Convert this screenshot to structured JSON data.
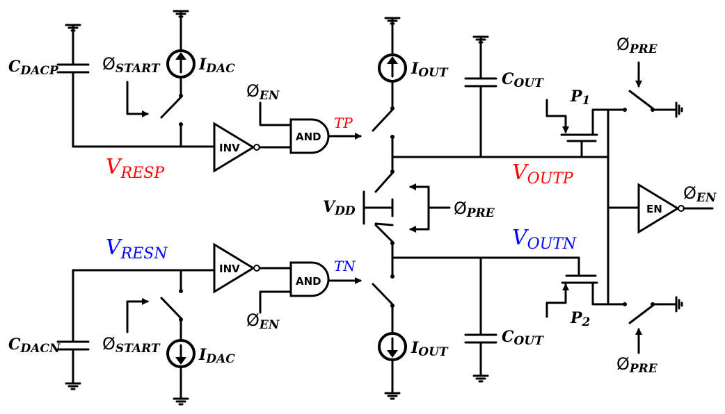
{
  "labels": {
    "cdacp": {
      "main": "C",
      "sub": "DACP"
    },
    "cdacn": {
      "main": "C",
      "sub": "DACN"
    },
    "idac_top": {
      "main": "I",
      "sub": "DAC"
    },
    "idac_bot": {
      "main": "I",
      "sub": "DAC"
    },
    "iout_top": {
      "main": "I",
      "sub": "OUT"
    },
    "iout_bot": {
      "main": "I",
      "sub": "OUT"
    },
    "cout_top": {
      "main": "C",
      "sub": "OUT"
    },
    "cout_bot": {
      "main": "C",
      "sub": "OUT"
    },
    "phi_start_top": {
      "main": "Ø",
      "sub": "START"
    },
    "phi_start_bot": {
      "main": "Ø",
      "sub": "START"
    },
    "phi_en_top": {
      "main": "Ø",
      "sub": "EN"
    },
    "phi_en_bot": {
      "main": "Ø",
      "sub": "EN"
    },
    "phi_en_right": {
      "main": "Ø",
      "sub": "EN"
    },
    "phi_pre_mid": {
      "main": "Ø",
      "sub": "PRE"
    },
    "phi_pre_top": {
      "main": "Ø",
      "sub": "PRE"
    },
    "phi_pre_bot": {
      "main": "Ø",
      "sub": "PRE"
    },
    "vdd": {
      "main": "V",
      "sub": "DD"
    },
    "p1": {
      "main": "P",
      "sub": "1"
    },
    "p2": {
      "main": "P",
      "sub": "2"
    },
    "vresp": {
      "main": "V",
      "sub": "RESP"
    },
    "vresn": {
      "main": "V",
      "sub": "RESN"
    },
    "voutp": {
      "main": "V",
      "sub": "OUTP"
    },
    "voutn": {
      "main": "V",
      "sub": "OUTN"
    },
    "tp": "TP",
    "tn": "TN"
  },
  "gates": {
    "inv_top": "INV",
    "inv_bot": "INV",
    "and_top": "AND",
    "and_bot": "AND",
    "en_buf": "EN"
  },
  "colors": {
    "wire": "#000000",
    "positive": "#ff0000",
    "negative": "#0000ff"
  }
}
